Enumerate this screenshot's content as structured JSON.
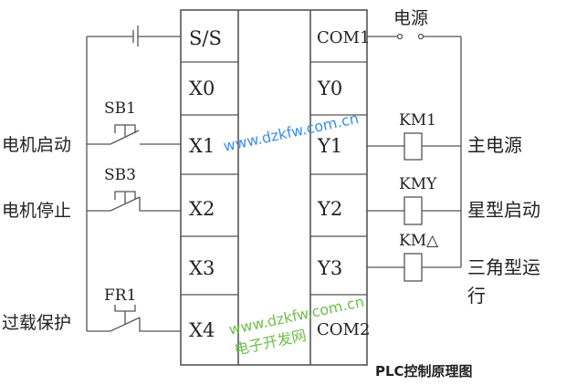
{
  "plc": {
    "inputs": [
      "S/S",
      "X0",
      "X1",
      "X2",
      "X3",
      "X4"
    ],
    "outputs": [
      "COM1",
      "Y0",
      "Y1",
      "Y2",
      "Y3",
      "COM2"
    ]
  },
  "inputs": {
    "sb1": "SB1",
    "sb3": "SB3",
    "fr1": "FR1",
    "start": "电机启动",
    "stop": "电机停止",
    "overload": "过载保护"
  },
  "outputs": {
    "power": "电源",
    "km1": "KM1",
    "kmy": "KMY",
    "kmd": "KM△",
    "main_power": "主电源",
    "star_start": "星型启动",
    "delta_run_1": "三角型运",
    "delta_run_2": "行"
  },
  "caption": "PLC控制原理图",
  "watermark": {
    "url": "www.dzkfw.com.cn",
    "name": "电子开发网",
    "blue": "#3b8ee8",
    "green": "#6cc04a"
  }
}
